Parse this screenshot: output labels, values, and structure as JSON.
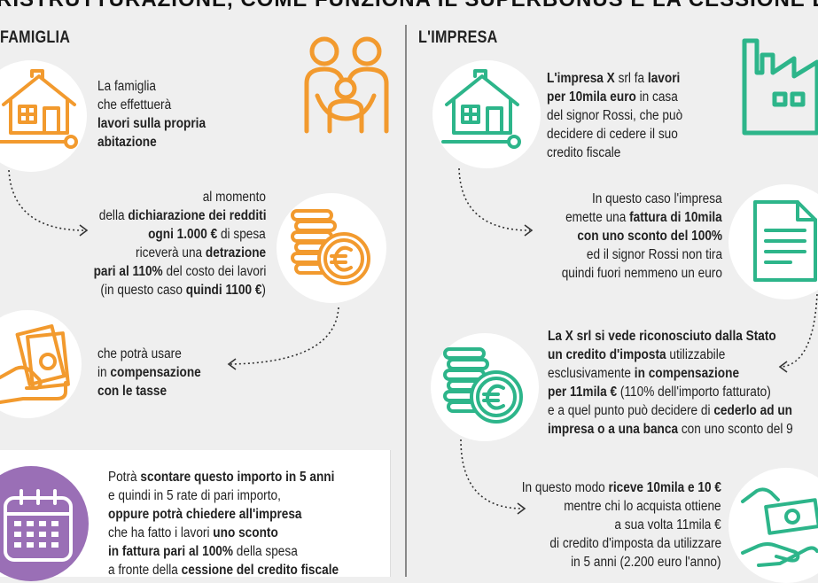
{
  "header": {
    "title": "RISTRUTTURAZIONE, COME FUNZIONA IL SUPERBONUS E LA CESSIONE DEL CREDITO"
  },
  "left": {
    "title": "FAMIGLIA",
    "intro": {
      "l1": "La famiglia",
      "l2": "che effettuerà",
      "l3": "lavori sulla propria",
      "l4": "abitazione"
    },
    "step2": {
      "l1": "al momento",
      "l2a": "della ",
      "l2b": "dichiarazione dei redditi",
      "l3a": "ogni 1.000 €",
      "l3b": " di spesa",
      "l4a": "riceverà una ",
      "l4b": "detrazione",
      "l5a": "pari al 110%",
      "l5b": " del costo dei lavori",
      "l6a": "(in questo caso ",
      "l6b": "quindi 1100 €",
      "l6c": ")"
    },
    "step3": {
      "l1": "che potrà usare",
      "l2a": "in ",
      "l2b": "compensazione",
      "l3": "con le tasse"
    },
    "box": {
      "l1a": "Potrà ",
      "l1b": "scontare questo importo in 5 anni",
      "l2": "e quindi in 5 rate di pari importo,",
      "l3": "oppure potrà chiedere all'impresa",
      "l4a": "che ha fatto i lavori ",
      "l4b": "uno sconto",
      "l5a": "in fattura pari al 100%",
      "l5b": " della spesa",
      "l6a": "a fronte della ",
      "l6b": "cessione del credito fiscale"
    }
  },
  "right": {
    "title": "L'IMPRESA",
    "intro": {
      "l1a": "L'impresa X",
      "l1b": " srl fa ",
      "l1c": "lavori",
      "l2a": "per 10mila euro",
      "l2b": " in casa",
      "l3": "del signor Rossi, che può",
      "l4": "decidere di cedere il suo",
      "l5": "credito fiscale"
    },
    "step2": {
      "l1": "In questo caso l'impresa",
      "l2a": "emette una ",
      "l2b": "fattura di 10mila",
      "l3": "con uno sconto del 100%",
      "l4": "ed il signor Rossi non tira",
      "l5": "quindi fuori nemmeno un euro"
    },
    "step3": {
      "l1": "La X srl  si vede riconosciuto dalla Stato",
      "l2a": "un credito d'imposta",
      "l2b": " utilizzabile",
      "l3a": "esclusivamente ",
      "l3b": "in compensazione",
      "l4a": "per 11mila €",
      "l4b": " (110% dell'importo fatturato)",
      "l5a": "e a quel punto può decidere di ",
      "l5b": "cederlo ad un",
      "l6a": "impresa o a una banca",
      "l6b": " con uno sconto del 9"
    },
    "step4": {
      "l1a": "In questo modo ",
      "l1b": "riceve 10mila e 10 €",
      "l2": "mentre chi lo acquista ottiene",
      "l3": "a sua volta 11mila €",
      "l4": "di credito d'imposta da utilizzare",
      "l5": "in 5 anni (2.200 euro l'anno)"
    }
  },
  "colors": {
    "orange": "#f29a2e",
    "teal": "#2db58a",
    "purple": "#9a6fb6",
    "background": "#efefef"
  },
  "icons": [
    "house-icon",
    "family-icon",
    "euro-coins-icon",
    "money-in-hand-icon",
    "calendar-icon",
    "factory-icon",
    "document-icon",
    "hand-payment-icon"
  ]
}
